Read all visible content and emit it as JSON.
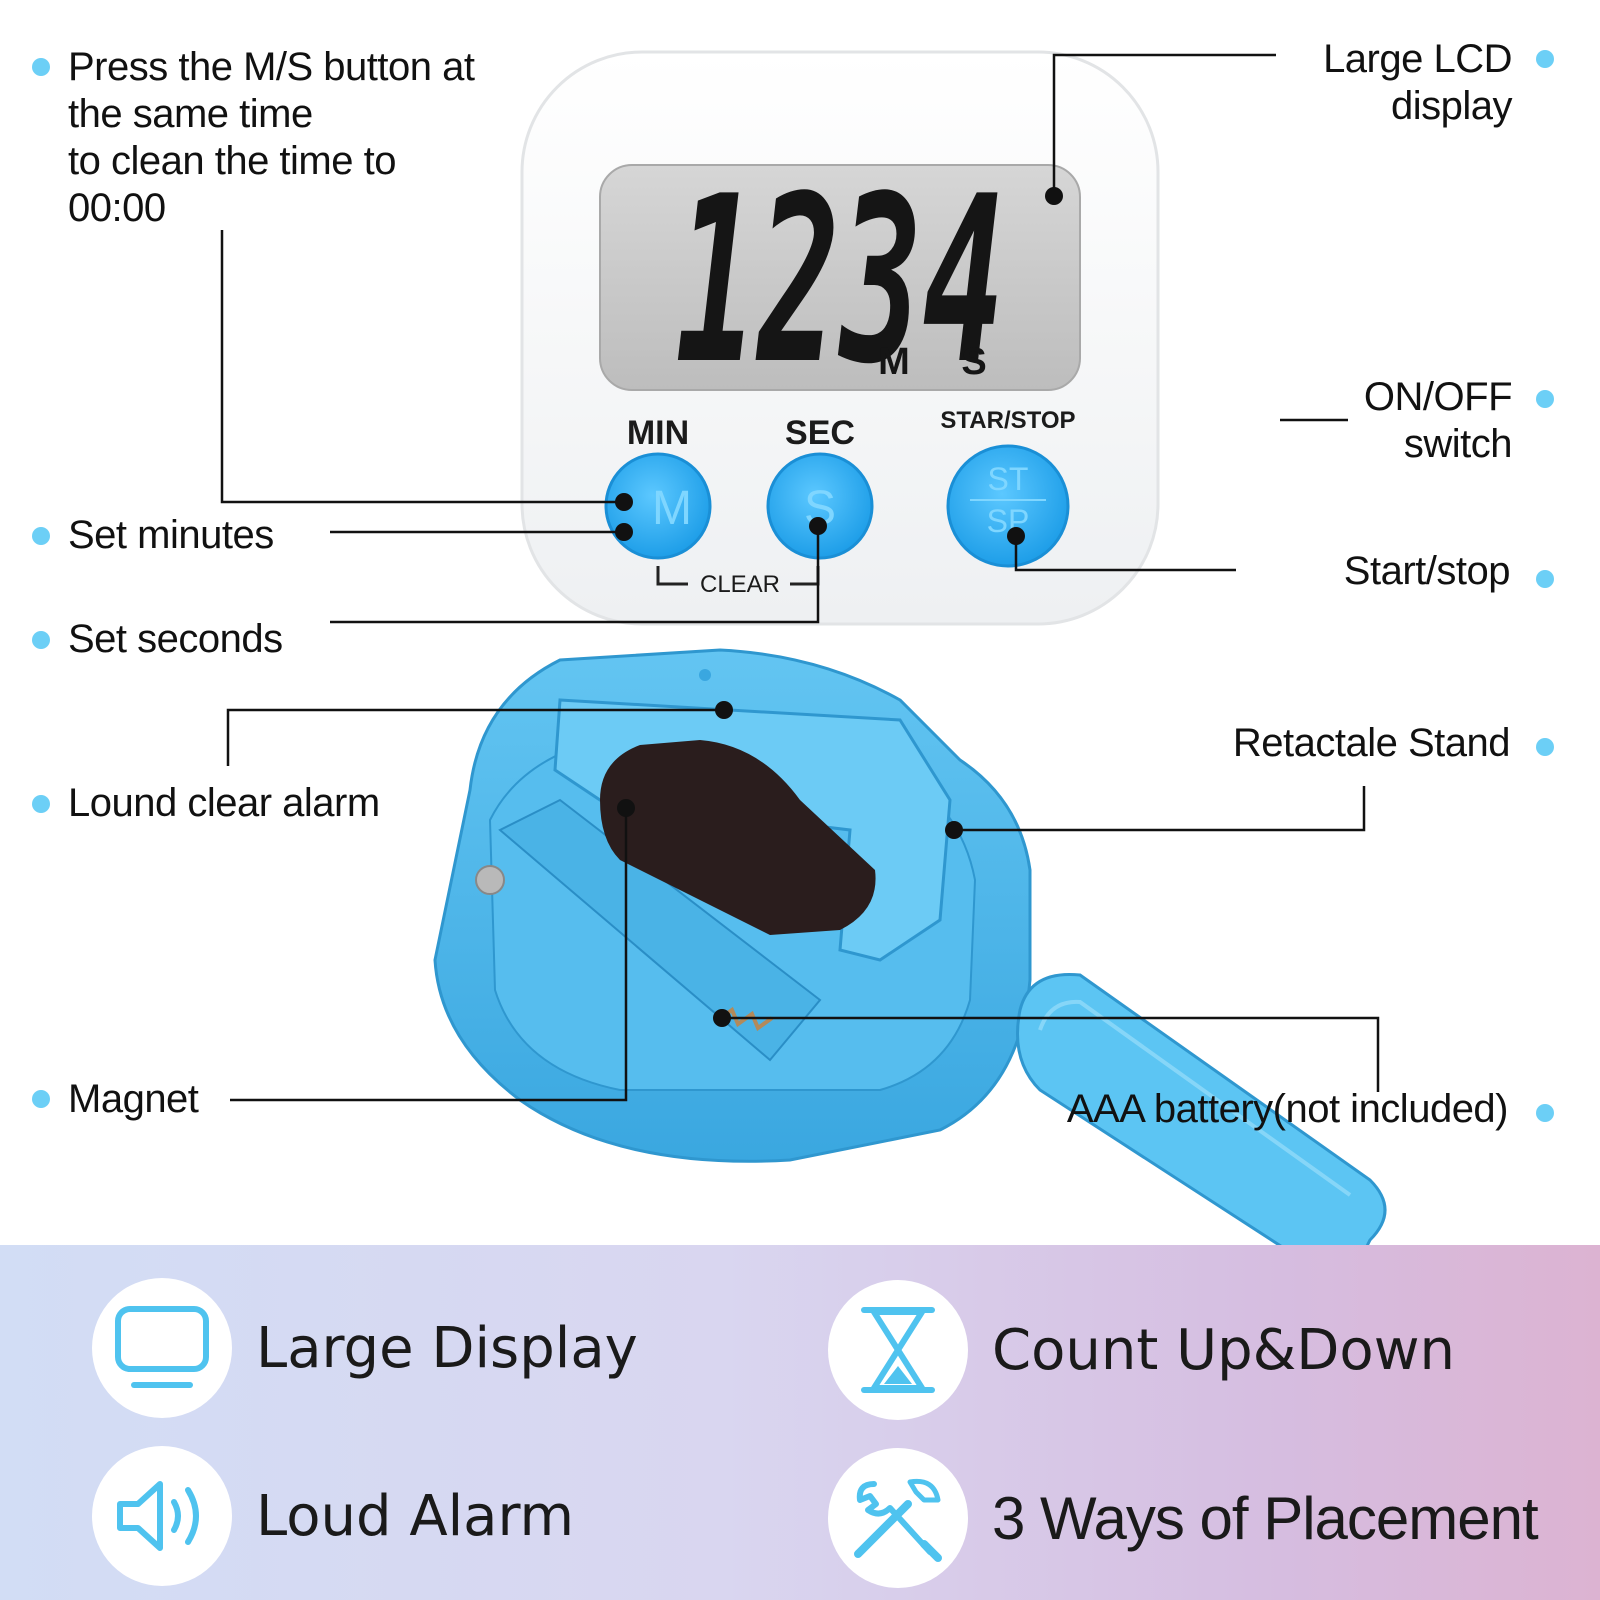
{
  "timer": {
    "lcd_digits": "1234",
    "unit_m": "M",
    "unit_s": "S",
    "buttons": [
      {
        "label": "MIN",
        "glyph": "M"
      },
      {
        "label": "SEC",
        "glyph": "S"
      },
      {
        "label": "STAR/STOP",
        "glyph_top": "ST",
        "glyph_bottom": "SP"
      }
    ],
    "clear_label": "CLEAR",
    "body_color": "#ffffff",
    "accent_color": "#2eaaf0",
    "back_color": "#4bb8ec",
    "lcd_color": "#c9c9c9"
  },
  "callouts": {
    "press_ms_lines": [
      "Press the M/S button at",
      "the same time",
      "to clean the time to",
      "00:00"
    ],
    "large_lcd_lines": [
      "Large LCD",
      "display"
    ],
    "on_off_lines": [
      "ON/OFF",
      "switch"
    ],
    "set_minutes": "Set minutes",
    "set_seconds": "Set seconds",
    "start_stop": "Start/stop",
    "loud_alarm": "Lound clear alarm",
    "retractable": "Retactale Stand",
    "magnet": "Magnet",
    "battery": "AAA battery(not included)"
  },
  "features": [
    {
      "label": "Large Display",
      "icon": "monitor-icon"
    },
    {
      "label": "Count Up&Down",
      "icon": "hourglass-icon"
    },
    {
      "label": "Loud Alarm",
      "icon": "speaker-icon"
    },
    {
      "label": "3 Ways of Placement",
      "icon": "tools-icon"
    }
  ],
  "colors": {
    "bullet": "#6ccff6",
    "icon": "#4fc3ef",
    "band_start": "#d2ddf5",
    "band_end": "#dcb3d2"
  }
}
